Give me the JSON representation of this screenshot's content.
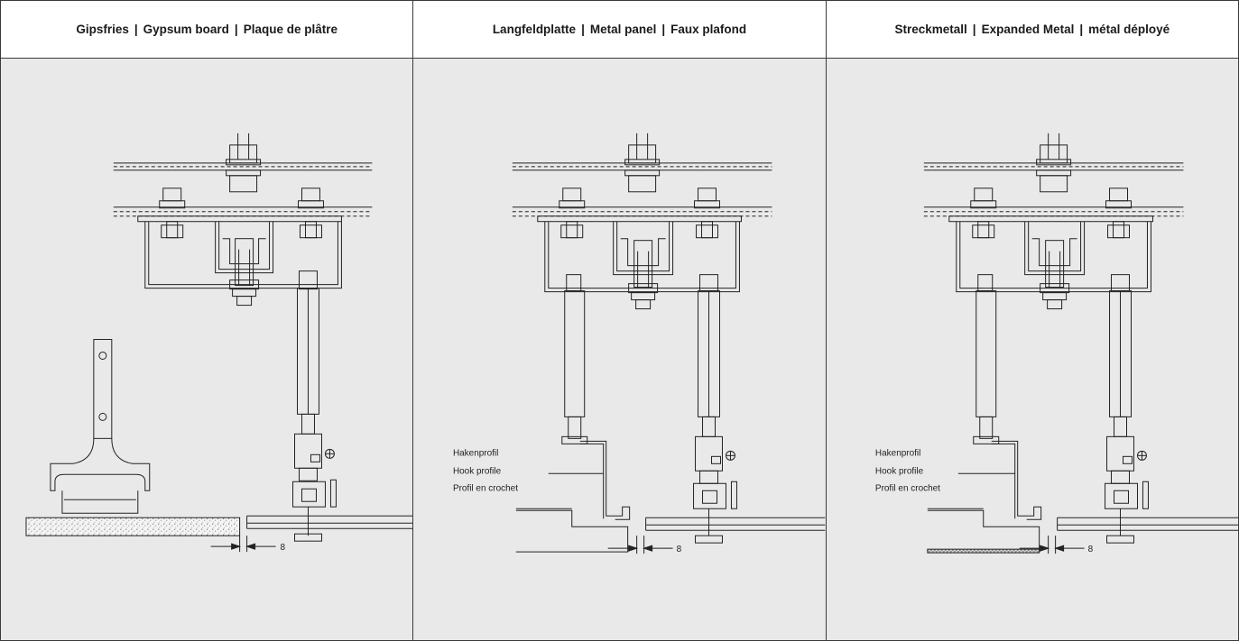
{
  "columns": [
    {
      "id": "gypsum",
      "title_parts": [
        "Gipsfries",
        "Gypsum board",
        "Plaque de plâtre"
      ],
      "dimension_label": "8",
      "callout": null
    },
    {
      "id": "metal",
      "title_parts": [
        "Langfeldplatte",
        "Metal panel",
        "Faux plafond"
      ],
      "dimension_label": "8",
      "callout": [
        "Hakenprofil",
        "Hook profile",
        "Profil en crochet"
      ]
    },
    {
      "id": "expanded",
      "title_parts": [
        "Streckmetall",
        "Expanded Metal",
        "métal déployé"
      ],
      "dimension_label": "8",
      "callout": [
        "Hakenprofil",
        "Hook profile",
        "Profil en crochet"
      ]
    }
  ],
  "separator": "|"
}
